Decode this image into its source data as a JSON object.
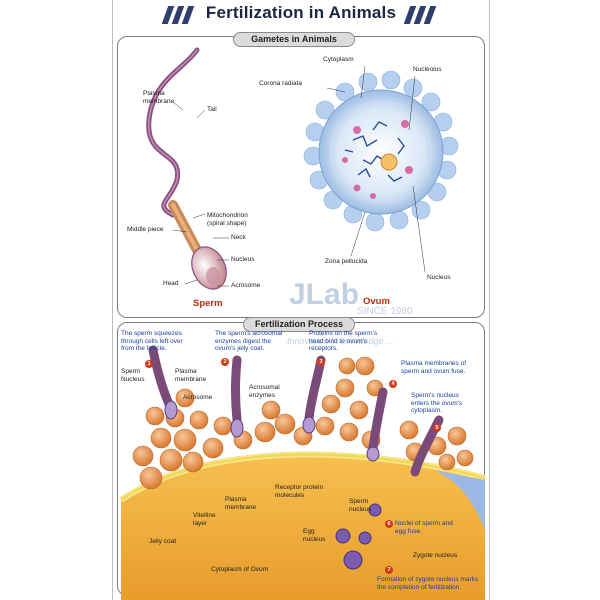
{
  "title": "Fertilization in Animals",
  "gametes_title": "Gametes in Animals",
  "process_title": "Fertilization Process",
  "sperm_labels": {
    "plasma_membrane": "Plasma membrane",
    "tail": "Tail",
    "middle_piece": "Middle piece",
    "mitochondrion": "Mitochondrion (spiral shape)",
    "neck": "Neck",
    "nucleus": "Nucleus",
    "head": "Head",
    "acrosome": "Acrosome"
  },
  "ovum_labels": {
    "corona_radiata": "Corona radiata",
    "cytoplasm": "Cytoplasm",
    "nucleolus": "Nucleolus",
    "zona_pellucida": "Zona pellucida",
    "nucleus": "Nucleus"
  },
  "sperm_caption": "Sperm",
  "ovum_caption": "Ovum",
  "watermark": {
    "brand": "JLab",
    "since": "SINCE 1980",
    "tagline": "Innovation in knowledge ..."
  },
  "steps": [
    {
      "number": "1",
      "text": "The sperm squeezes through cells left over from the follicle."
    },
    {
      "number": "2",
      "text": "The sperm's acrosomal enzymes digest the ovum's jelly coat."
    },
    {
      "number": "3",
      "text": "Proteins on the sperm's head bind to ovum's receptors."
    },
    {
      "number": "4",
      "text": "Plasma membranes of sperm and ovum fuse."
    },
    {
      "number": "5",
      "text": "Sperm's nucleus enters the ovum's cytoplasm."
    },
    {
      "number": "6",
      "text": "Nuclei of sperm and egg fuse."
    },
    {
      "number": "7",
      "text": "Formation of zygote nucleus marks the completion of fertilization."
    }
  ],
  "process_labels": {
    "sperm_nucleus": "Sperm Nucleus",
    "plasma_membrane": "Plasma membrane",
    "acrosome": "Acrosome",
    "acrosomal_enzymes": "Acrosomal enzymes",
    "receptor_protein": "Receptor protein molecules",
    "plasma_membrane_2": "Plasma membrane",
    "vitelline_layer": "Vitelline layer",
    "jelly_coat": "Jelly coat",
    "sperm_nucleus_2": "Sperm nucleus",
    "egg_nucleus": "Egg nucleus",
    "zygote_nucleus": "Zygote nucleus",
    "cytoplasm_of_ovum": "Cytoplasm of Ovum"
  },
  "colors": {
    "title_dark": "#1c2541",
    "sperm_purple": "#7a4a78",
    "ovum_blue": "#a9c8ea",
    "cell_orange": "#e89a5a",
    "cytoplasm_orange": "#f0b04a",
    "step_blue": "#1a3fa0",
    "caption_red": "#c22a0c"
  }
}
